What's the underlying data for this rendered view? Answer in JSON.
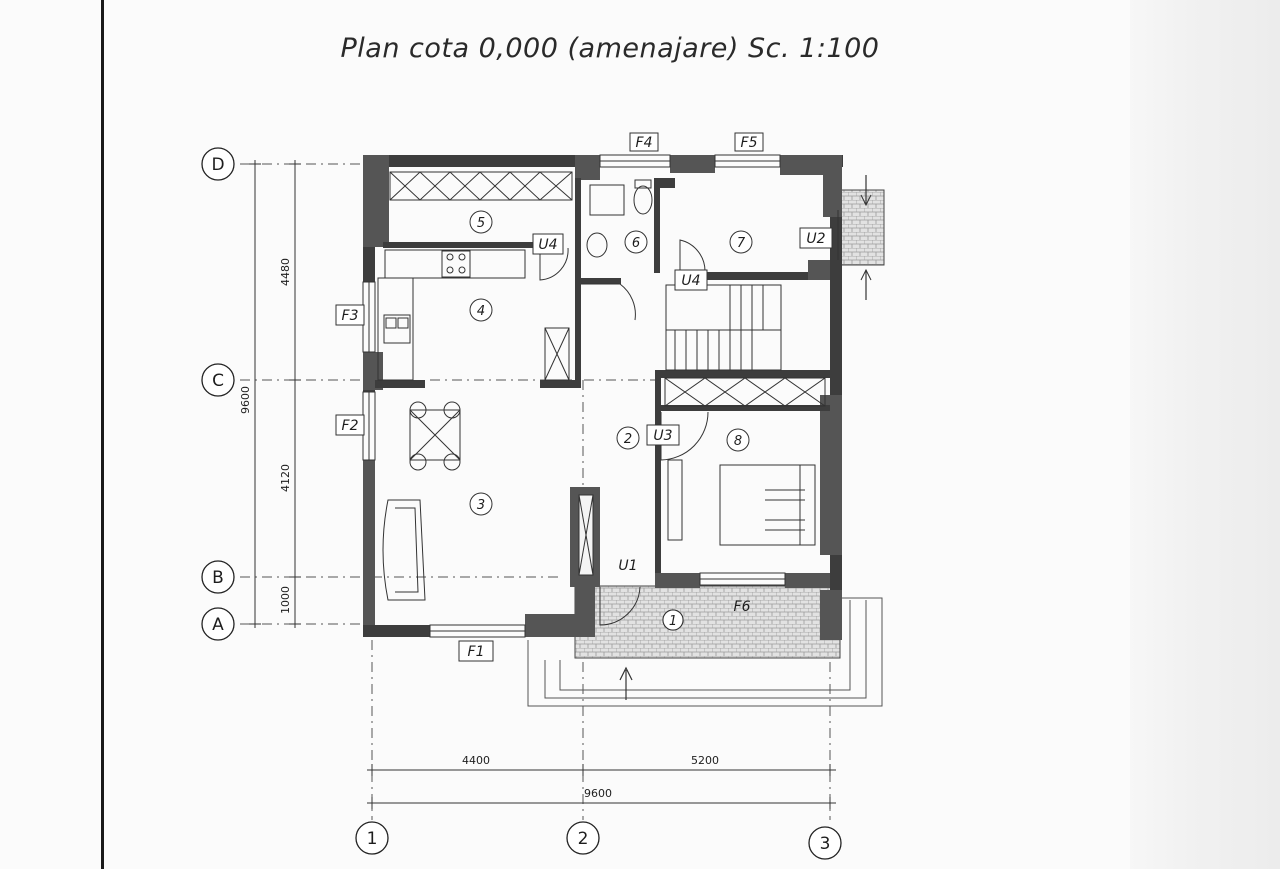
{
  "title": "Plan cota 0,000 (amenajare) Sc. 1:100",
  "grid_axes": {
    "rows": [
      "D",
      "C",
      "B",
      "A"
    ],
    "columns": [
      "1",
      "2",
      "3"
    ]
  },
  "dimensions": {
    "vertical_segments": [
      "4480",
      "4120",
      "1000"
    ],
    "vertical_total": "9600",
    "horizontal_segments": [
      "4400",
      "5200"
    ],
    "horizontal_total": "9600"
  },
  "windows": [
    "F1",
    "F2",
    "F3",
    "F4",
    "F5",
    "F6"
  ],
  "doors": [
    "U1",
    "U2",
    "U3",
    "U4",
    "U4"
  ],
  "rooms": [
    "1",
    "2",
    "3",
    "4",
    "5",
    "6",
    "7",
    "8"
  ]
}
